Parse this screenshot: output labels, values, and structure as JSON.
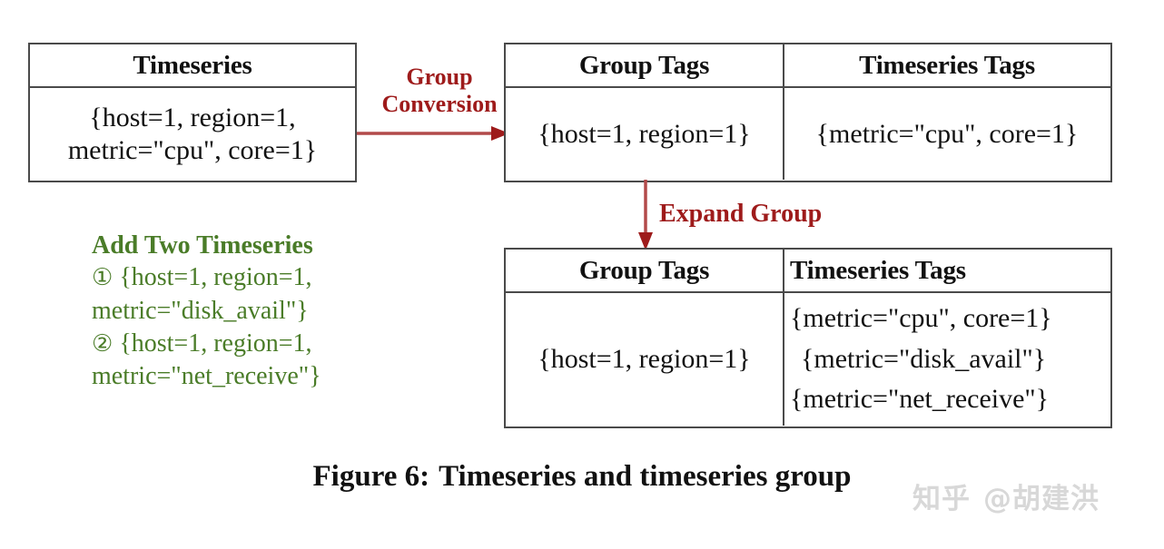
{
  "figure": {
    "caption_prefix": "Figure 6:",
    "caption_text": "Timeseries and timeseries group"
  },
  "table_timeseries": {
    "name": "Timeseries",
    "header": "Timeseries",
    "value": "{host=1, region=1, metric=\"cpu\", core=1}"
  },
  "table_group": {
    "headers": {
      "group_tags": "Group Tags",
      "timeseries_tags": "Timeseries Tags"
    },
    "row": {
      "group_tags": "{host=1, region=1}",
      "timeseries_tags": "{metric=\"cpu\", core=1}"
    }
  },
  "table_expanded": {
    "headers": {
      "group_tags": "Group Tags",
      "timeseries_tags": "Timeseries Tags"
    },
    "row": {
      "group_tags": "{host=1, region=1}",
      "timeseries_tags": [
        "{metric=\"cpu\", core=1}",
        "{metric=\"disk_avail\"}",
        "{metric=\"net_receive\"}"
      ]
    }
  },
  "arrows": {
    "group_conversion": {
      "line1": "Group",
      "line2": "Conversion",
      "color": "#9E1B1B",
      "direction": "right"
    },
    "expand_group": {
      "label": "Expand Group",
      "color": "#9E1B1B",
      "direction": "down"
    }
  },
  "annotation": {
    "title": "Add Two Timeseries",
    "color": "#4A7C28",
    "items": [
      {
        "marker": "①",
        "line1": "{host=1, region=1,",
        "line2": "metric=\"disk_avail\"}"
      },
      {
        "marker": "②",
        "line1": "{host=1, region=1,",
        "line2": "metric=\"net_receive\"}"
      }
    ]
  },
  "watermark": {
    "site": "知乎",
    "handle": "@胡建洪"
  },
  "colors": {
    "border": "#4A4A4A",
    "text": "#111111",
    "red": "#9E1B1B",
    "green": "#4A7C28",
    "watermark": "#D8D8D8"
  }
}
